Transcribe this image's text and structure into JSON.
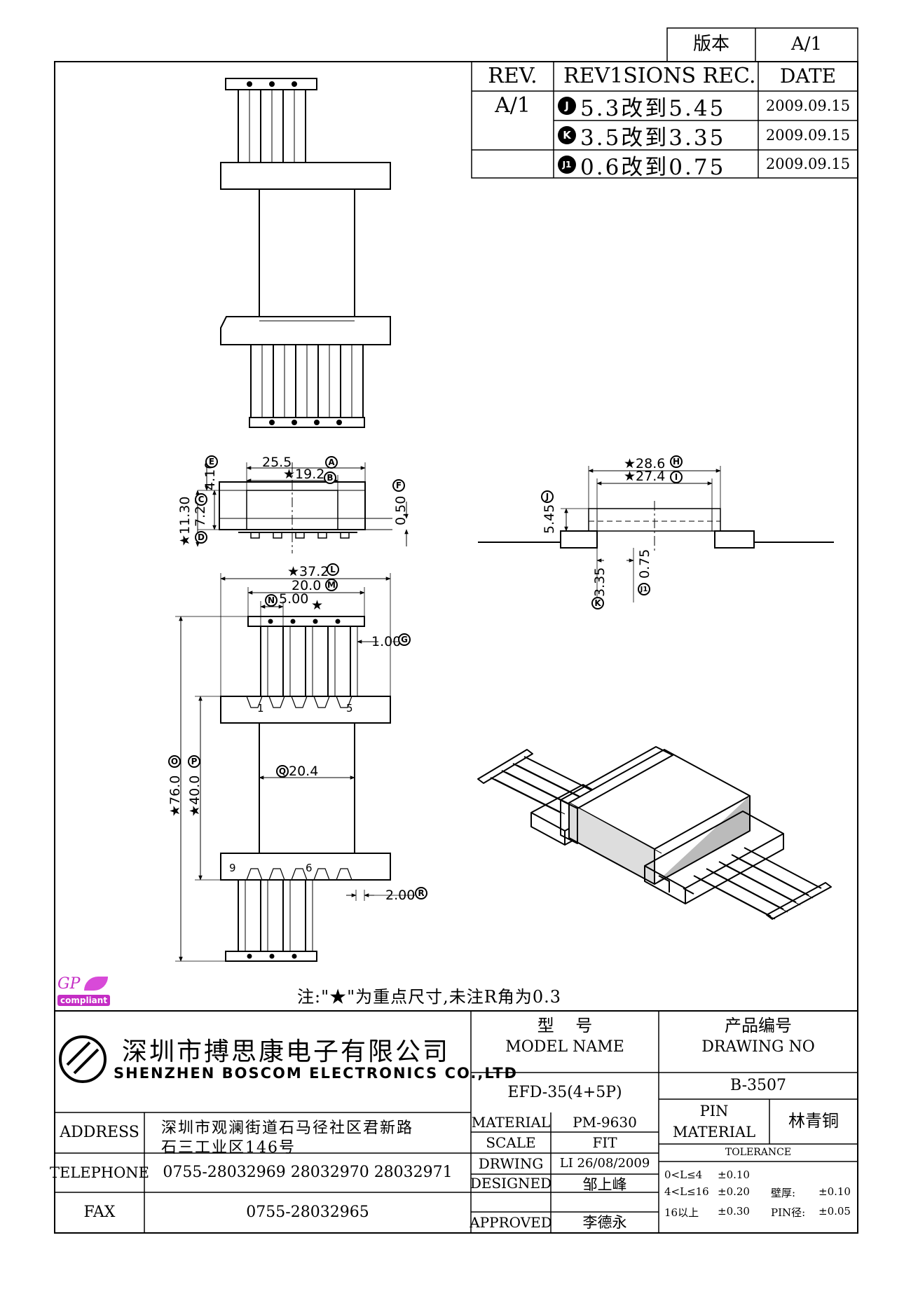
{
  "version_box": {
    "label": "版本",
    "value": "A/1"
  },
  "revisions": {
    "headers": {
      "rev": "REV.",
      "rec": "REV1SIONS REC.",
      "date": "DATE"
    },
    "rev_id": "A/1",
    "rows": [
      {
        "mark": "J",
        "text": "5.3改到5.45",
        "date": "2009.09.15"
      },
      {
        "mark": "K",
        "text": "3.5改到3.35",
        "date": "2009.09.15"
      },
      {
        "mark": "J1",
        "text": "0.6改到0.75",
        "date": "2009.09.15"
      }
    ]
  },
  "dims": {
    "a": "25.5",
    "b": "★19.2",
    "e": "4.10",
    "c": "7.20",
    "d": "★11.30",
    "f": "0.50",
    "h": "★28.6",
    "i": "★27.4",
    "j": "5.45",
    "k": "3.35",
    "j1": "0.75",
    "l": "★37.2",
    "m": "20.0",
    "n": "5.00",
    "star": "★",
    "g": "1.00",
    "q": "20.4",
    "o": "★76.0",
    "p": "★40.0",
    "r": "2.00",
    "pin1": "1",
    "pin5": "5",
    "pin9": "9",
    "pin6": "6",
    "mark_a": "A",
    "mark_b": "B",
    "mark_c": "C",
    "mark_d": "D",
    "mark_e": "E",
    "mark_f": "F",
    "mark_g": "G",
    "mark_h": "H",
    "mark_i": "I",
    "mark_j": "J",
    "mark_k": "K",
    "mark_j1": "J1",
    "mark_l": "L",
    "mark_m": "M",
    "mark_n": "N",
    "mark_o": "O",
    "mark_p": "P",
    "mark_q": "Q",
    "mark_r": "R"
  },
  "note": "注:\"★\"为重点尺寸,未注R角为0.3",
  "gp_logo": {
    "line1": "GP",
    "line2": "compliant"
  },
  "company": {
    "name_cn": "深圳市搏思康电子有限公司",
    "name_en": "SHENZHEN BOSCOM ELECTRONICS CO.,LTD"
  },
  "model": {
    "label_cn": "型    号",
    "label_en": "MODEL NAME",
    "value": "EFD-35(4+5P)"
  },
  "drawing": {
    "label_cn": "产品编号",
    "label_en": "DRAWING NO",
    "value": "B-3507"
  },
  "address": {
    "label": "ADDRESS",
    "line1": "深圳市观澜街道石马径社区君新路",
    "line2": "石三工业区146号"
  },
  "telephone": {
    "label": "TELEPHONE",
    "value": "0755-28032969 28032970 28032971"
  },
  "fax": {
    "label": "FAX",
    "value": "0755-28032965"
  },
  "material": {
    "label": "MATERIAL",
    "value": "PM-9630"
  },
  "scale": {
    "label": "SCALE",
    "value": "FIT"
  },
  "drwing": {
    "label": "DRWING",
    "value": "LI 26/08/2009"
  },
  "designed": {
    "label": "DESIGNED",
    "value": "邹上峰"
  },
  "approved": {
    "label": "APPROVED",
    "value": "李德永"
  },
  "pin_material": {
    "label_line1": "PIN",
    "label_line2": "MATERIAL",
    "value": "林青铜"
  },
  "tolerance": {
    "title": "TOLERANCE",
    "rows": [
      {
        "range": "0<L≤4",
        "value": "±0.10"
      },
      {
        "range": "4<L≤16",
        "value": "±0.20"
      },
      {
        "range": "16以上",
        "value": "±0.30"
      }
    ],
    "wall_label": "壁厚:",
    "wall_value": "±0.10",
    "pin_label": "PIN径:",
    "pin_value": "±0.05"
  }
}
